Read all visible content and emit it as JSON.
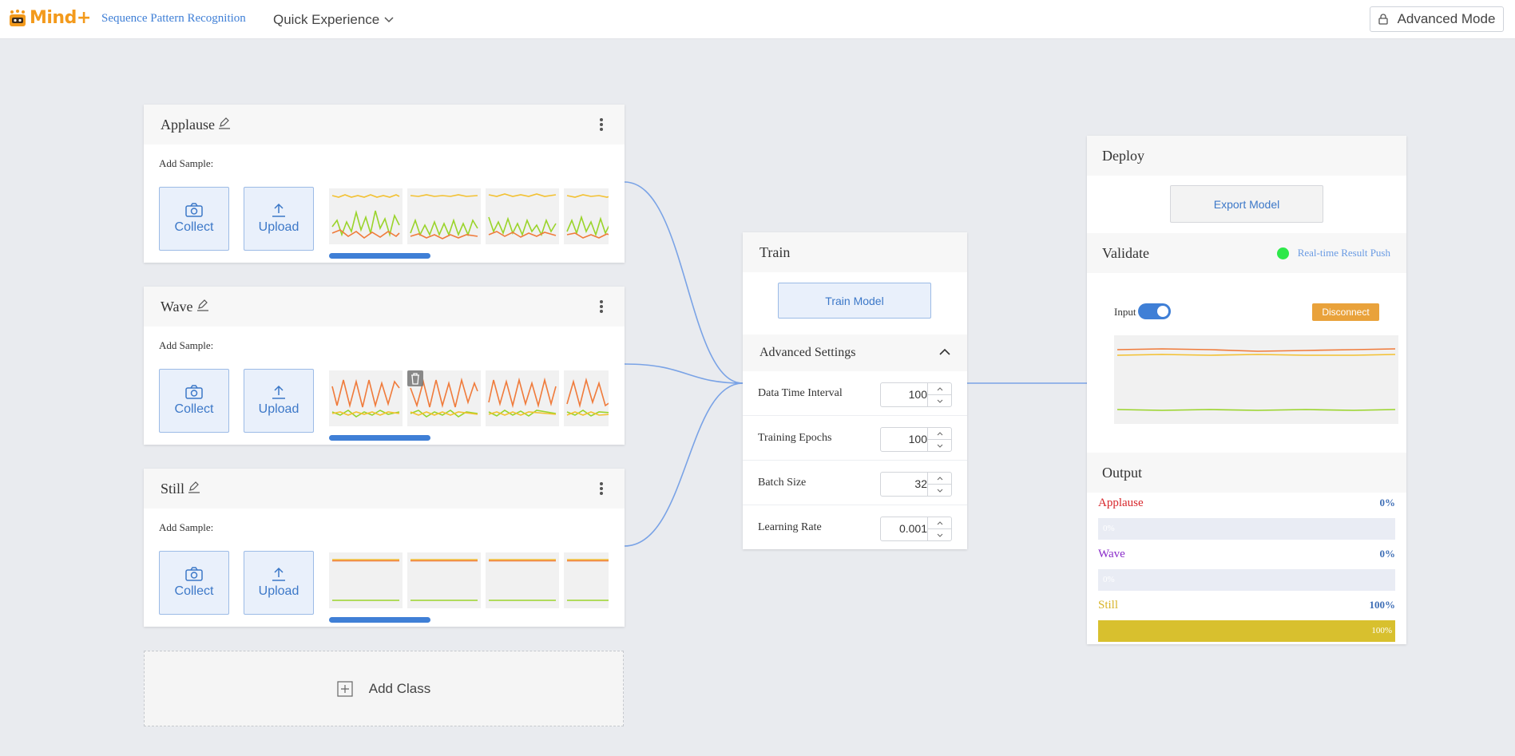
{
  "app": {
    "logo_text": "Mind+",
    "project_title": "Sequence Pattern Recognition",
    "mode_menu": "Quick Experience",
    "advanced_mode": "Advanced Mode"
  },
  "colors": {
    "accent": "#3f7fd6",
    "brand": "#f39a1c",
    "disconnect": "#e9a23b",
    "still_bar": "#d8c02e",
    "applause": "#d7262b",
    "wave": "#8a2bc9",
    "still": "#d8b52a"
  },
  "classes": [
    {
      "name": "Applause",
      "add_sample_label": "Add Sample:",
      "collect_label": "Collect",
      "upload_label": "Upload"
    },
    {
      "name": "Wave",
      "add_sample_label": "Add Sample:",
      "collect_label": "Collect",
      "upload_label": "Upload"
    },
    {
      "name": "Still",
      "add_sample_label": "Add Sample:",
      "collect_label": "Collect",
      "upload_label": "Upload"
    }
  ],
  "add_class_label": "Add Class",
  "train": {
    "title": "Train",
    "train_button": "Train Model",
    "advanced_settings": "Advanced Settings",
    "params": [
      {
        "label": "Data Time Interval",
        "value": "100"
      },
      {
        "label": "Training Epochs",
        "value": "100"
      },
      {
        "label": "Batch Size",
        "value": "32"
      },
      {
        "label": "Learning Rate",
        "value": "0.001"
      }
    ]
  },
  "deploy": {
    "title": "Deploy",
    "export_button": "Export Model",
    "validate_title": "Validate",
    "realtime_label": "Real-time Result Push",
    "input_label": "Input",
    "disconnect_label": "Disconnect",
    "output_title": "Output",
    "outputs": [
      {
        "name": "Applause",
        "percent": "0%",
        "bar_text": "0%",
        "value": 0
      },
      {
        "name": "Wave",
        "percent": "0%",
        "bar_text": "0%",
        "value": 0
      },
      {
        "name": "Still",
        "percent": "100%",
        "bar_text": "100%",
        "value": 1
      }
    ]
  }
}
